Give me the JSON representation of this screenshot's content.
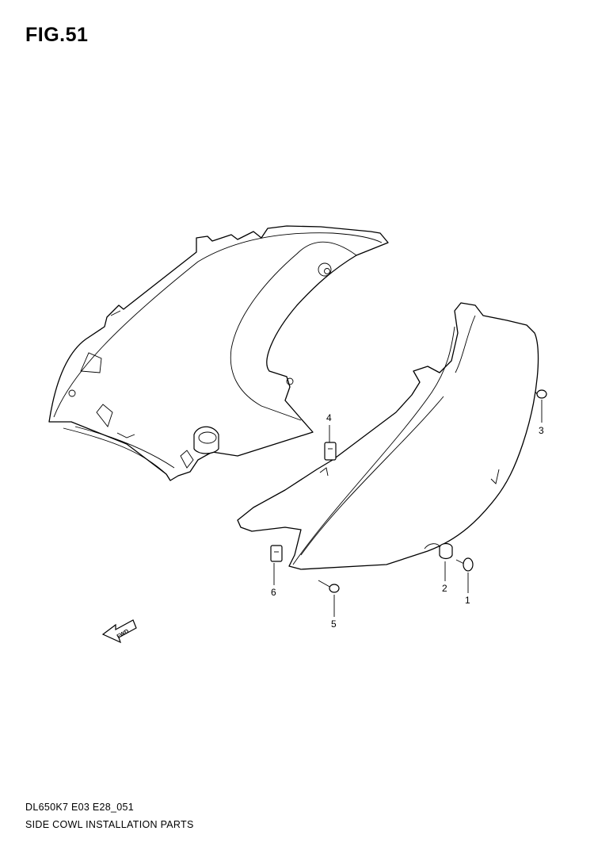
{
  "figure": {
    "title": "FIG.51",
    "code": "DL650K7 E03 E28_051",
    "caption": "SIDE COWL INSTALLATION PARTS"
  },
  "callouts": [
    {
      "id": "1",
      "label": "1"
    },
    {
      "id": "2",
      "label": "2"
    },
    {
      "id": "3",
      "label": "3"
    },
    {
      "id": "4",
      "label": "4"
    },
    {
      "id": "5",
      "label": "5"
    },
    {
      "id": "6",
      "label": "6"
    }
  ],
  "direction_arrow": {
    "label": "FWD"
  }
}
